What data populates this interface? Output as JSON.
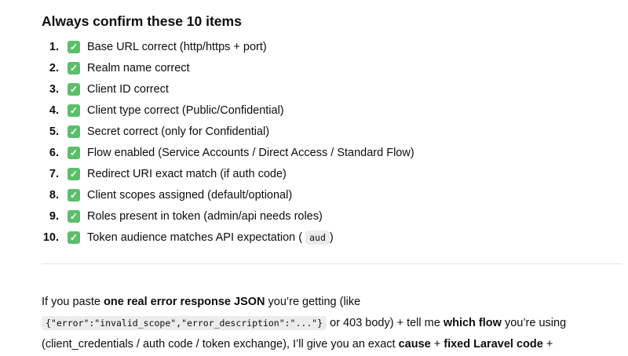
{
  "heading": "Always confirm these 10 items",
  "items": [
    {
      "n": "1.",
      "text": "Base URL correct (http/https + port)"
    },
    {
      "n": "2.",
      "text": "Realm name correct"
    },
    {
      "n": "3.",
      "text": "Client ID correct"
    },
    {
      "n": "4.",
      "text": "Client type correct (Public/Confidential)"
    },
    {
      "n": "5.",
      "text": "Secret correct (only for Confidential)"
    },
    {
      "n": "6.",
      "text": "Flow enabled (Service Accounts / Direct Access / Standard Flow)"
    },
    {
      "n": "7.",
      "text": "Redirect URI exact match (if auth code)"
    },
    {
      "n": "8.",
      "text": "Client scopes assigned (default/optional)"
    },
    {
      "n": "9.",
      "text": "Roles present in token (admin/api needs roles)"
    },
    {
      "n": "10.",
      "text": "Token audience matches API expectation (",
      "code": "aud",
      "after": ")"
    }
  ],
  "check_icon": "✓",
  "para": {
    "t1": "If you paste ",
    "b1": "one real error response JSON",
    "t2": " you’re getting (like",
    "code": "{\"error\":\"invalid_scope\",\"error_description\":\"...\"}",
    "t3": " or 403 body) + tell me ",
    "b2": "which flow",
    "t4": " you’re using",
    "t5": "(client_credentials / auth code / token exchange), I’ll give you an exact ",
    "b3": "cause",
    "t6": " + ",
    "b4": "fixed Laravel code",
    "t7": " +"
  }
}
